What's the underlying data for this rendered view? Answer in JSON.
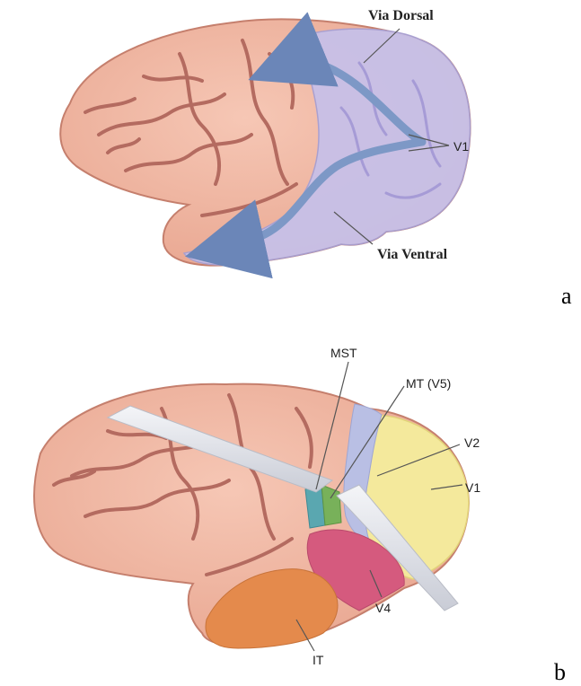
{
  "panel_a": {
    "letter": "a",
    "labels": {
      "dorsal": "Via Dorsal",
      "ventral": "Via Ventral",
      "v1": "V1"
    }
  },
  "panel_b": {
    "letter": "b",
    "labels": {
      "mst": "MST",
      "mt": "MT (V5)",
      "v2": "V2",
      "v1": "V1",
      "v4": "V4",
      "it": "IT"
    }
  },
  "colors": {
    "cortex": "#f0b4a2",
    "sulcus": "#b46b60",
    "occipital_a": "#c5bfe6",
    "arrow": "#7d98c6",
    "v1": "#f4e99c",
    "v2": "#b9bfe4",
    "v4": "#d55a7e",
    "it": "#e48a4c",
    "mst": "#5aa7b0",
    "mt": "#78b15a",
    "strip": "#e4e6ec"
  }
}
